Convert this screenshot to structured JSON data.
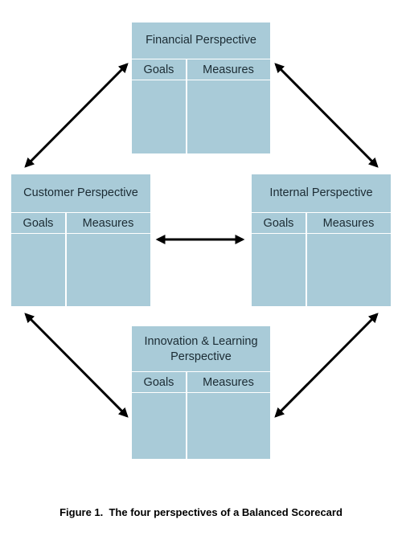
{
  "perspectives": {
    "financial": {
      "title": "Financial Perspective",
      "goals": "Goals",
      "measures": "Measures"
    },
    "customer": {
      "title": "Customer Perspective",
      "goals": "Goals",
      "measures": "Measures"
    },
    "internal": {
      "title": "Internal Perspective",
      "goals": "Goals",
      "measures": "Measures"
    },
    "innovation": {
      "title": "Innovation & Learning Perspective",
      "goals": "Goals",
      "measures": "Measures"
    }
  },
  "caption": "Figure 1.  The four perspectives of a Balanced Scorecard",
  "colors": {
    "box_fill": "#a9cbd8",
    "arrow": "#000000",
    "divider": "#ffffff"
  }
}
